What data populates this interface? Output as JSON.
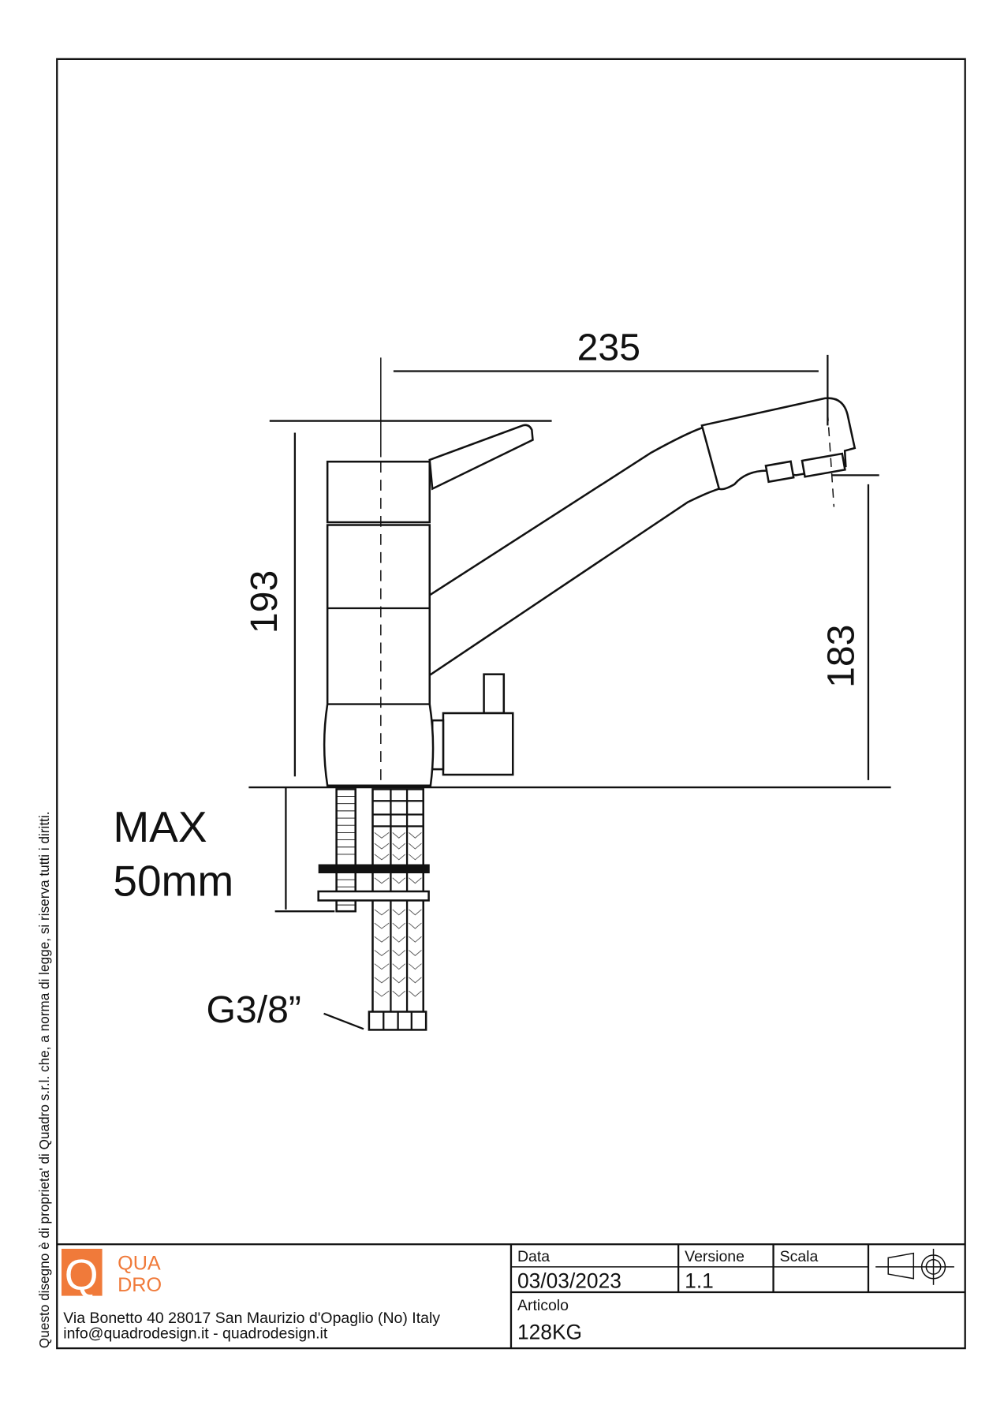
{
  "drawing": {
    "side_note": "Questo disegno è di proprieta' di Quadro s.r.l. che, a norma di legge, si riserva tutti i diritti.",
    "dimensions": {
      "width": "235",
      "height_total": "193",
      "spout_height": "183",
      "max_label": "MAX",
      "max_value": "50mm",
      "connection": "G3/8”"
    }
  },
  "title_block": {
    "logo": {
      "letter": "Q",
      "line1": "QUA",
      "line2": "DRO",
      "color": "#f07a3a"
    },
    "address": "Via Bonetto 40  28017 San Maurizio d'Opaglio (No) Italy",
    "contacts": "info@quadrodesign.it  -  quadrodesign.it",
    "date_label": "Data",
    "date_value": "03/03/2023",
    "version_label": "Versione",
    "version_value": "1.1",
    "scale_label": "Scala",
    "scale_value": "",
    "article_label": "Articolo",
    "article_value": "128KG"
  }
}
